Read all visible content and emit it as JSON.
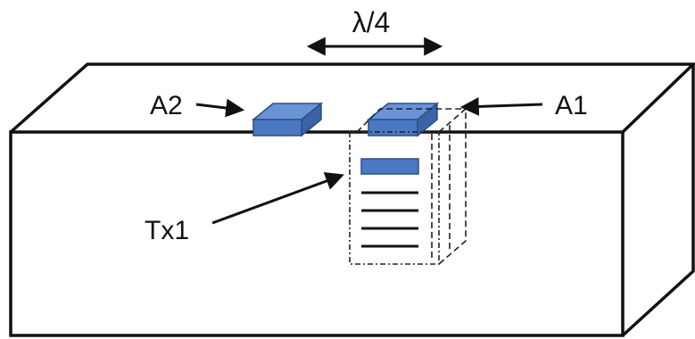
{
  "labels": {
    "wavelength": "λ/4",
    "antenna_2": "A2",
    "antenna_1": "A1",
    "transmitter": "Tx1"
  },
  "colors": {
    "antenna_fill": "#4a78c2",
    "antenna_stroke": "#2c4f86",
    "line": "#111111",
    "background": "#ffffff"
  }
}
